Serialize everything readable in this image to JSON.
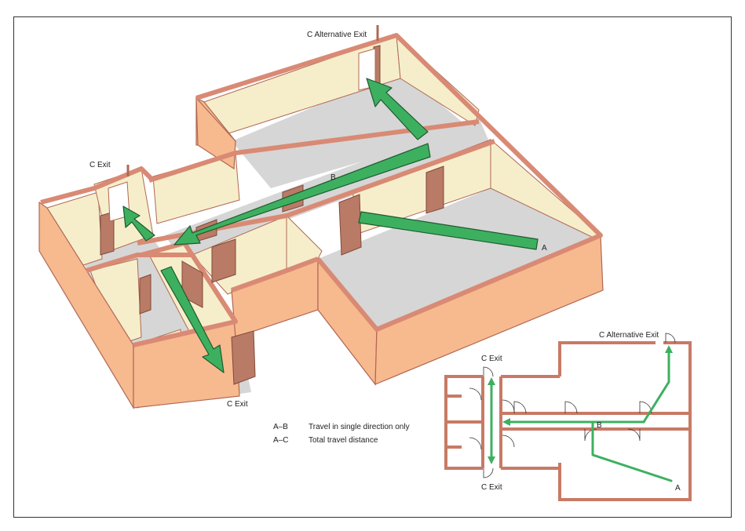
{
  "colors": {
    "wall_outer": "#f7b98e",
    "wall_top": "#d98a74",
    "wall_edge": "#b06855",
    "wall_inner": "#f6eecb",
    "floor": "#d6d6d6",
    "door": "#b97a66",
    "route": "#3db060",
    "route_edge": "#1e5a30"
  },
  "iso_labels": {
    "alt_exit": "C Alternative Exit",
    "exit_top_left": "C Exit",
    "exit_bottom": "C Exit",
    "point_a": "A",
    "point_b": "B"
  },
  "plan_labels": {
    "alt_exit": "C Alternative Exit",
    "exit_top": "C Exit",
    "exit_bottom": "C Exit",
    "point_a": "A",
    "point_b": "B"
  },
  "legend": [
    {
      "key": "A–B",
      "desc": "Travel in single direction only"
    },
    {
      "key": "A–C",
      "desc": "Total travel distance"
    }
  ]
}
